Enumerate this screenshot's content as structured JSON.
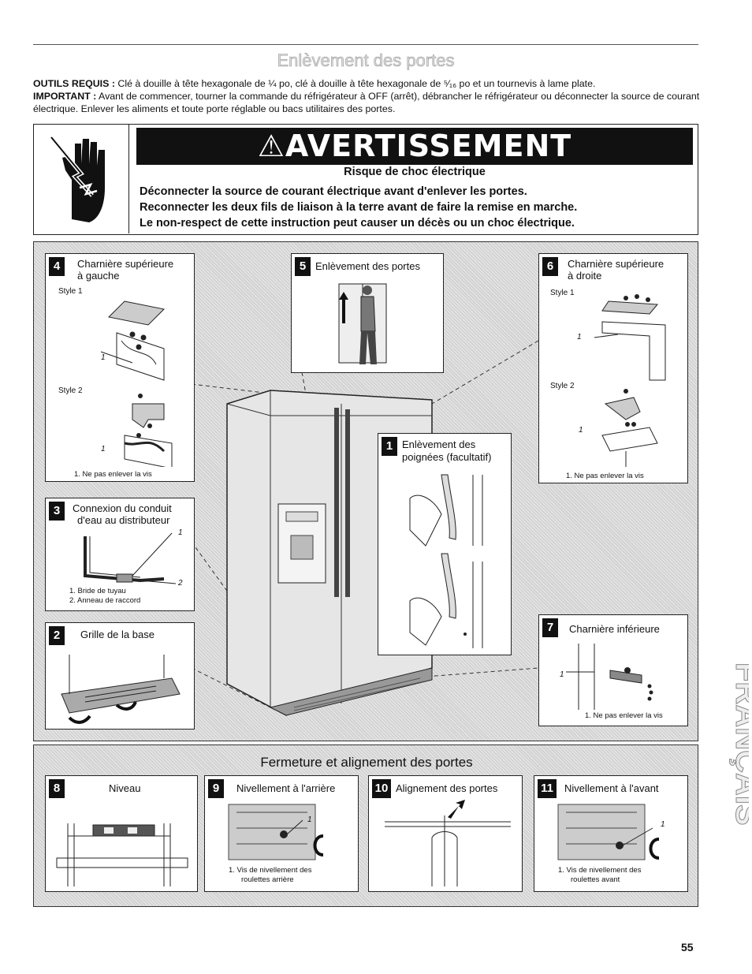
{
  "title": "Enlèvement des portes",
  "intro": {
    "tools_label": "OUTILS REQUIS :",
    "tools_text": " Clé à douille à tête hexagonale de ¼ po, clé à douille à tête hexagonale de ⁵⁄₁₆ po et un tournevis à lame plate.",
    "important_label": "IMPORTANT :",
    "important_text": " Avant de commencer, tourner la commande du réfrigérateur à OFF (arrêt), débrancher le réfrigérateur ou déconnecter la source de courant électrique. Enlever les aliments et toute porte réglable ou bacs utilitaires des portes."
  },
  "warning": {
    "heading": "⚠AVERTISSEMENT",
    "subheading": "Risque de choc électrique",
    "lines": [
      "Déconnecter la source de courant électrique avant d'enlever les portes.",
      "Reconnecter les deux fils de liaison à la terre avant de faire la remise en marche.",
      "Le non-respect de cette instruction peut causer un décès ou un choc électrique."
    ]
  },
  "steps": {
    "s4": {
      "num": "4",
      "title1": "Charnière supérieure",
      "title2": "à gauche",
      "style1": "Style 1",
      "style2": "Style 2",
      "callout": "1",
      "note": "1. Ne pas enlever la vis"
    },
    "s5": {
      "num": "5",
      "title": "Enlèvement des portes"
    },
    "s6": {
      "num": "6",
      "title1": "Charnière supérieure",
      "title2": "à droite",
      "style1": "Style 1",
      "style2": "Style 2",
      "callout": "1",
      "note": "1. Ne pas enlever la vis"
    },
    "s1": {
      "num": "1",
      "title1": "Enlèvement des",
      "title2": "poignées (facultatif)"
    },
    "s3": {
      "num": "3",
      "title1": "Connexion du conduit",
      "title2": "d'eau au distributeur",
      "c1": "1",
      "c2": "2",
      "note1": "1. Bride de tuyau",
      "note2": "2. Anneau de raccord"
    },
    "s2": {
      "num": "2",
      "title": "Grille de la base"
    },
    "s7": {
      "num": "7",
      "title": "Charnière inférieure",
      "callout": "1",
      "note": "1. Ne pas enlever la vis"
    }
  },
  "bottom": {
    "title": "Fermeture et alignement des portes",
    "s8": {
      "num": "8",
      "title": "Niveau"
    },
    "s9": {
      "num": "9",
      "title": "Nivellement à l'arrière",
      "callout": "1",
      "note1": "1. Vis de nivellement des",
      "note2": "roulettes arrière"
    },
    "s10": {
      "num": "10",
      "title": "Alignement des portes"
    },
    "s11": {
      "num": "11",
      "title": "Nivellement à l'avant",
      "callout": "1",
      "note1": "1. Vis de nivellement des",
      "note2": "roulettes avant"
    }
  },
  "side_tab": "FRANÇAIS",
  "page_number": "55"
}
